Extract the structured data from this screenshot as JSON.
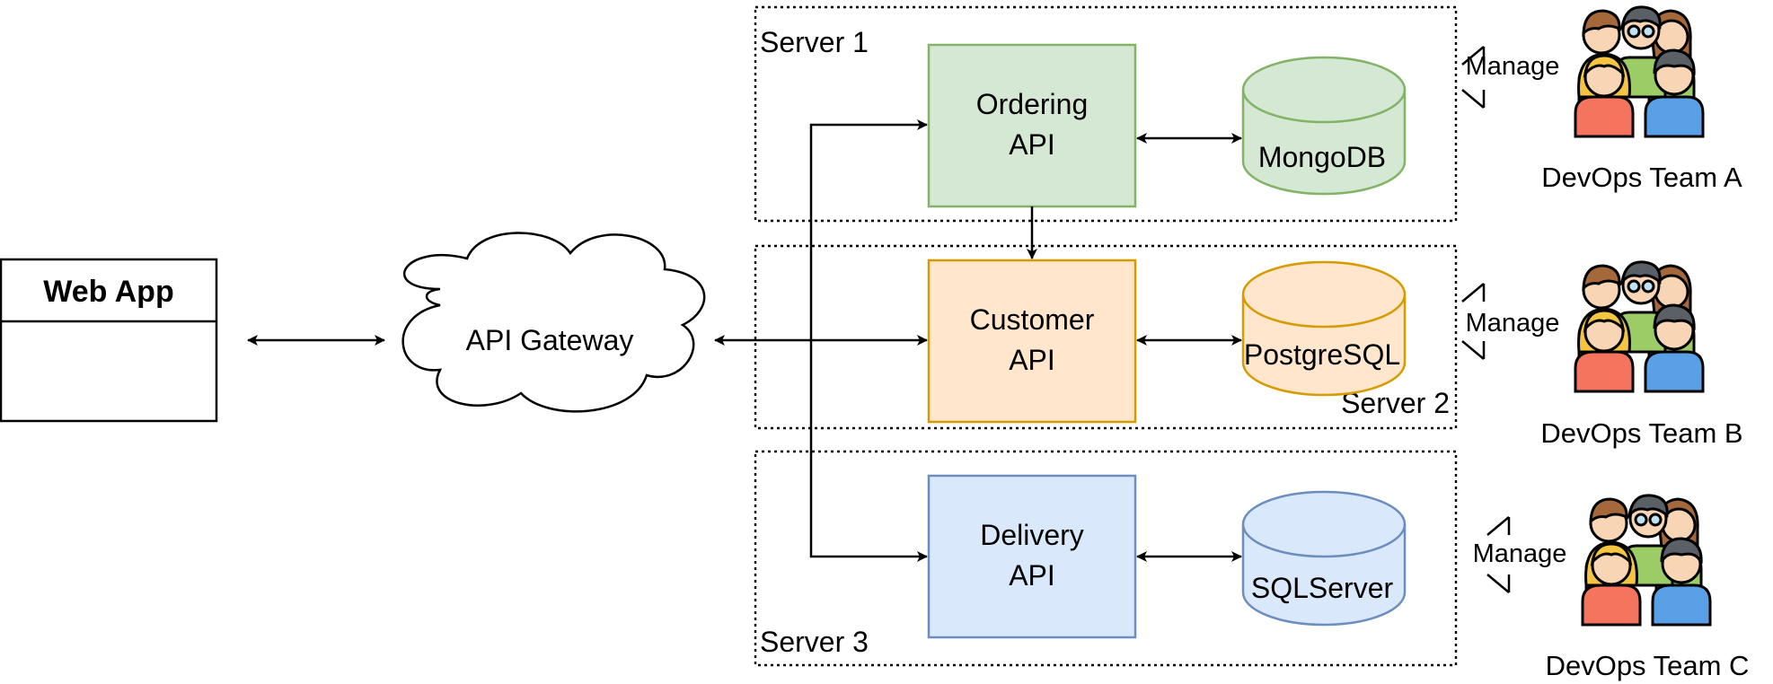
{
  "web_app": {
    "title": "Web App"
  },
  "gateway": {
    "label": "API Gateway"
  },
  "servers": [
    {
      "label": "Server 1"
    },
    {
      "label": "Server 2"
    },
    {
      "label": "Server 3"
    }
  ],
  "apis": [
    {
      "line1": "Ordering",
      "line2": "API",
      "fill": "#d5e8d4",
      "stroke": "#82b366"
    },
    {
      "line1": "Customer",
      "line2": "API",
      "fill": "#ffe6cc",
      "stroke": "#d79b00"
    },
    {
      "line1": "Delivery",
      "line2": "API",
      "fill": "#dae8fc",
      "stroke": "#6c8ebf"
    }
  ],
  "databases": [
    {
      "label": "MongoDB",
      "fill": "#d5e8d4",
      "stroke": "#82b366"
    },
    {
      "label": "PostgreSQL",
      "fill": "#ffe6cc",
      "stroke": "#d79b00"
    },
    {
      "label": "SQLServer",
      "fill": "#dae8fc",
      "stroke": "#6c8ebf"
    }
  ],
  "teams": [
    {
      "label": "DevOps Team A",
      "action": "Manage"
    },
    {
      "label": "DevOps Team B",
      "action": "Manage"
    },
    {
      "label": "DevOps Team C",
      "action": "Manage"
    }
  ],
  "colors": {
    "line": "#000000",
    "team_skin": "#f7d5b5",
    "team_hair_brown": "#a5683a",
    "team_hair_gray": "#5b5f66",
    "team_hair_blonde": "#f5c542",
    "team_shirt_green": "#9ccc65",
    "team_shirt_red": "#f4745e",
    "team_shirt_blue": "#5aa0e6"
  },
  "icons": {
    "team": "people-group-icon",
    "database": "database-cylinder-icon",
    "gateway": "cloud-icon"
  }
}
